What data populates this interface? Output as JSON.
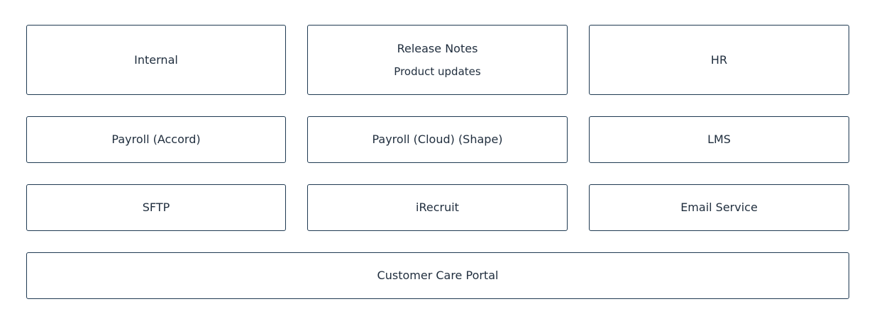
{
  "tiles": [
    {
      "label": "Internal"
    },
    {
      "label": "Release Notes",
      "sublabel": "Product updates"
    },
    {
      "label": "HR"
    },
    {
      "label": "Payroll (Accord)"
    },
    {
      "label": "Payroll (Cloud) (Shape)"
    },
    {
      "label": "LMS"
    },
    {
      "label": "SFTP"
    },
    {
      "label": "iRecruit"
    },
    {
      "label": "Email Service"
    },
    {
      "label": "Customer Care Portal"
    }
  ],
  "colors": {
    "border": "#1f3a52",
    "text": "#1f2d3d",
    "background": "#ffffff"
  }
}
